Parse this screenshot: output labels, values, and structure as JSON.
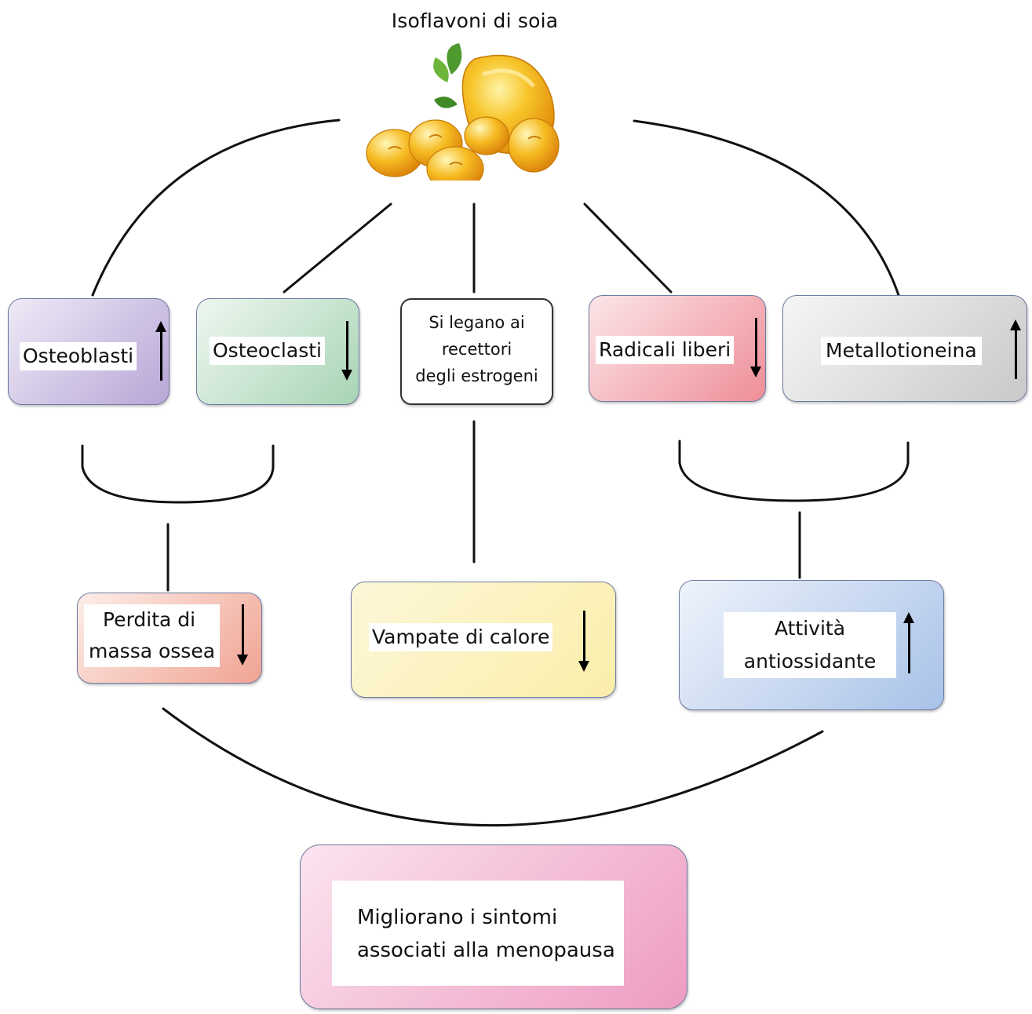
{
  "title": "Isoflavoni di soia",
  "top_boxes": {
    "osteoblasti": "Osteoblasti",
    "osteoclasti": "Osteoclasti",
    "recettori": [
      "Si legano ai",
      "recettori",
      "degli estrogeni"
    ],
    "radicali": "Radicali liberi",
    "metallotioneina": "Metallotioneina"
  },
  "middle_boxes": {
    "perdita": [
      "Perdita di",
      "massa ossea"
    ],
    "vampate": "Vampate di calore",
    "antiossidante": [
      "Attività",
      "antiossidante"
    ]
  },
  "bottom_box": [
    "Migliorano i sintomi",
    "associati alla menopausa"
  ],
  "arrow_directions": {
    "osteoblasti": "up",
    "osteoclasti": "down",
    "radicali": "down",
    "metallotioneina": "up",
    "perdita": "down",
    "vampate": "down",
    "antiossidante": "up"
  },
  "colors": {
    "osteoblasti": "#b7a6d6",
    "osteoclasti": "#a8d4b4",
    "radicali": "#ef8e98",
    "metallotioneina": "#c9c9c9",
    "perdita": "#f0a392",
    "vampate": "#fbeeaa",
    "antiossidante": "#a8c2e8",
    "bottom": "#ee9cc2",
    "bean": "#f4b21a"
  }
}
